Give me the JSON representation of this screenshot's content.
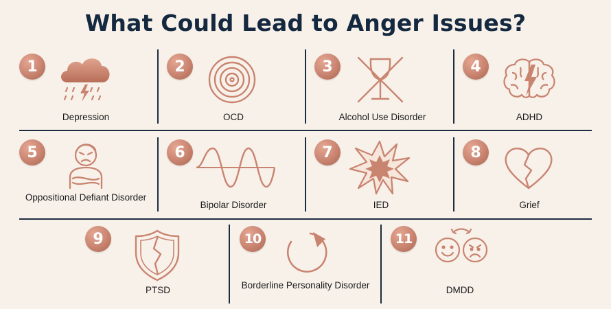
{
  "title": "What Could Lead to Anger Issues?",
  "accent_color": "#c98470",
  "line_color": "#1c2c40",
  "items": [
    {
      "number": "1",
      "label": "Depression",
      "icon": "storm-cloud-icon"
    },
    {
      "number": "2",
      "label": "OCD",
      "icon": "spiral-icon"
    },
    {
      "number": "3",
      "label": "Alcohol Use Disorder",
      "icon": "crossed-wine-glass-icon"
    },
    {
      "number": "4",
      "label": "ADHD",
      "icon": "brain-lightning-icon"
    },
    {
      "number": "5",
      "label": "Oppositional Defiant Disorder",
      "icon": "angry-person-icon"
    },
    {
      "number": "6",
      "label": "Bipolar Disorder",
      "icon": "sine-wave-icon"
    },
    {
      "number": "7",
      "label": "IED",
      "icon": "explosion-icon"
    },
    {
      "number": "8",
      "label": "Grief",
      "icon": "broken-heart-icon"
    },
    {
      "number": "9",
      "label": "PTSD",
      "icon": "cracked-shield-icon"
    },
    {
      "number": "10",
      "label": "Borderline Personality Disorder",
      "icon": "broken-circle-icon"
    },
    {
      "number": "11",
      "label": "DMDD",
      "icon": "mood-swing-faces-icon"
    }
  ]
}
